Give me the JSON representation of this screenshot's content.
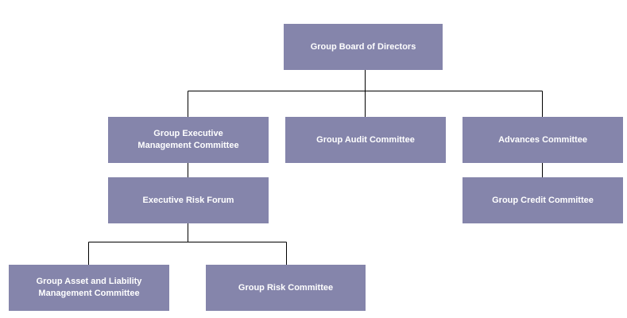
{
  "org_chart": {
    "nodes": {
      "board": "Group Board of Directors",
      "gemc": "Group Executive\nManagement Committee",
      "audit": "Group Audit Committee",
      "advances": "Advances Committee",
      "erf": "Executive Risk Forum",
      "credit": "Group Credit Committee",
      "alm": "Group Asset and Liability\nManagement Committee",
      "risk": "Group Risk Committee"
    },
    "edges": [
      [
        "board",
        "gemc"
      ],
      [
        "board",
        "audit"
      ],
      [
        "board",
        "advances"
      ],
      [
        "gemc",
        "erf"
      ],
      [
        "erf",
        "alm"
      ],
      [
        "erf",
        "risk"
      ],
      [
        "advances",
        "credit"
      ]
    ],
    "colors": {
      "box_fill": "#8585ab",
      "box_text": "#ffffff",
      "connector": "#000000"
    }
  }
}
